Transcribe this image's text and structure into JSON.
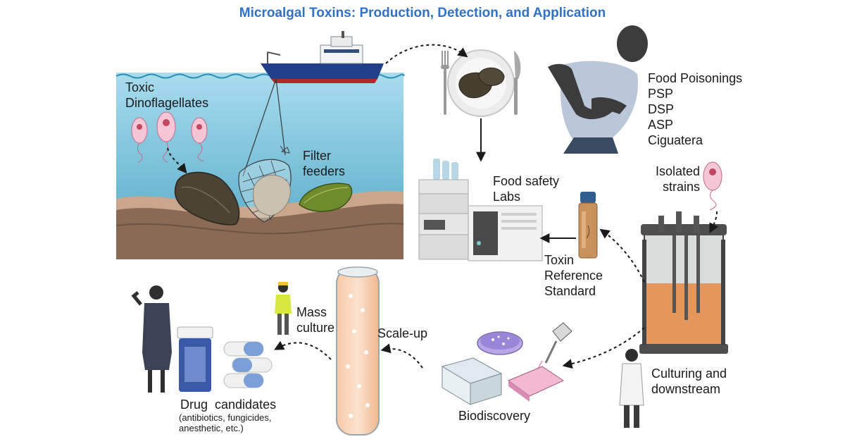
{
  "title": "Microalgal Toxins: Production, Detection, and Application",
  "labels": {
    "toxic_dinoflagellates": [
      "Toxic",
      "Dinoflagellates"
    ],
    "filter_feeders": [
      "Filter",
      "feeders"
    ],
    "food_poisonings": [
      "Food Poisonings",
      "PSP",
      "DSP",
      "ASP",
      "Ciguatera"
    ],
    "food_safety_labs": [
      "Food safety",
      "Labs"
    ],
    "isolated_strains": [
      "Isolated",
      "strains"
    ],
    "toxin_reference_standard": [
      "Toxin",
      "Reference",
      "Standard"
    ],
    "culturing_downstream": [
      "Culturing and",
      "downstream"
    ],
    "biodiscovery": "Biodiscovery",
    "scale_up": "Scale-up",
    "mass_culture": [
      "Mass",
      "culture"
    ],
    "drug_candidates": "Drug  candidates",
    "drug_examples": [
      "(antibiotics, fungicides,",
      "anesthetic, etc.)"
    ]
  },
  "colors": {
    "title": "#2f73c9",
    "sea_top": "#9fd8ec",
    "sea_bottom": "#5fb2cf",
    "seabed": "#8a6a55",
    "culture_fluid": "#f3b98c",
    "plate_purple": "#9a86d6"
  },
  "icons": [
    "ship-icon",
    "net-icon",
    "dinoflagellate-icon",
    "mussel-icon",
    "plate-icon",
    "fork-icon",
    "knife-icon",
    "sick-person-icon",
    "hplc-instrument-icon",
    "vial-icon",
    "bioreactor-icon",
    "scientist-icon",
    "petri-dish-icon",
    "pipette-icon",
    "well-plate-icon",
    "culture-tube-icon",
    "worker-icon",
    "businesswoman-icon",
    "pill-bottle-icon",
    "capsule-icon"
  ]
}
